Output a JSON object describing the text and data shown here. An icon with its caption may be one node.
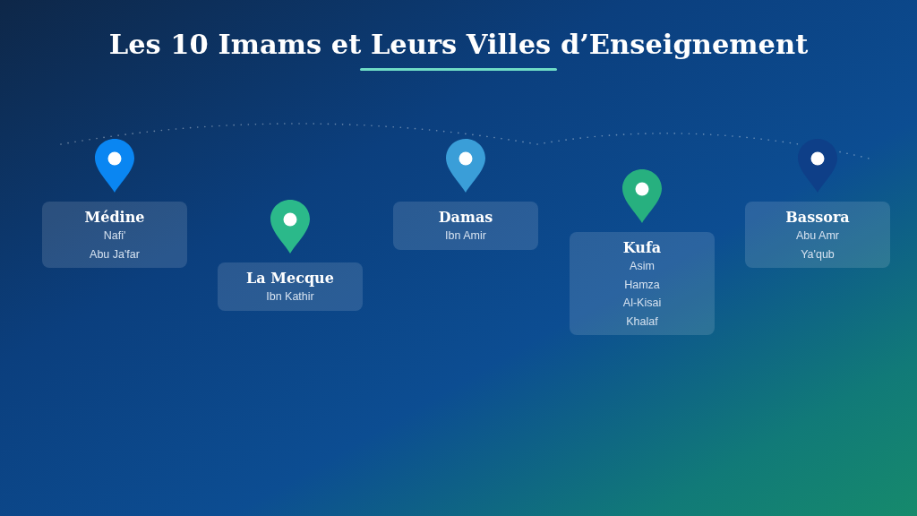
{
  "diagram": {
    "title": "Les 10 Imams et Leurs Villes d’Enseignement",
    "nodes": [
      {
        "text": [
          "Médine",
          "Nafi'",
          "Abu Ja'far"
        ]
      },
      {
        "text": [
          "La Mecque",
          "Ibn Kathir"
        ]
      },
      {
        "text": [
          "Damas",
          "Ibn Amir"
        ]
      },
      {
        "text": [
          "Kufa",
          "Asim",
          "Hamza",
          "Al-Kisai",
          "Khalaf"
        ]
      },
      {
        "text": [
          "Bassora",
          "Abu Amr",
          "Ya'qub"
        ]
      }
    ]
  }
}
